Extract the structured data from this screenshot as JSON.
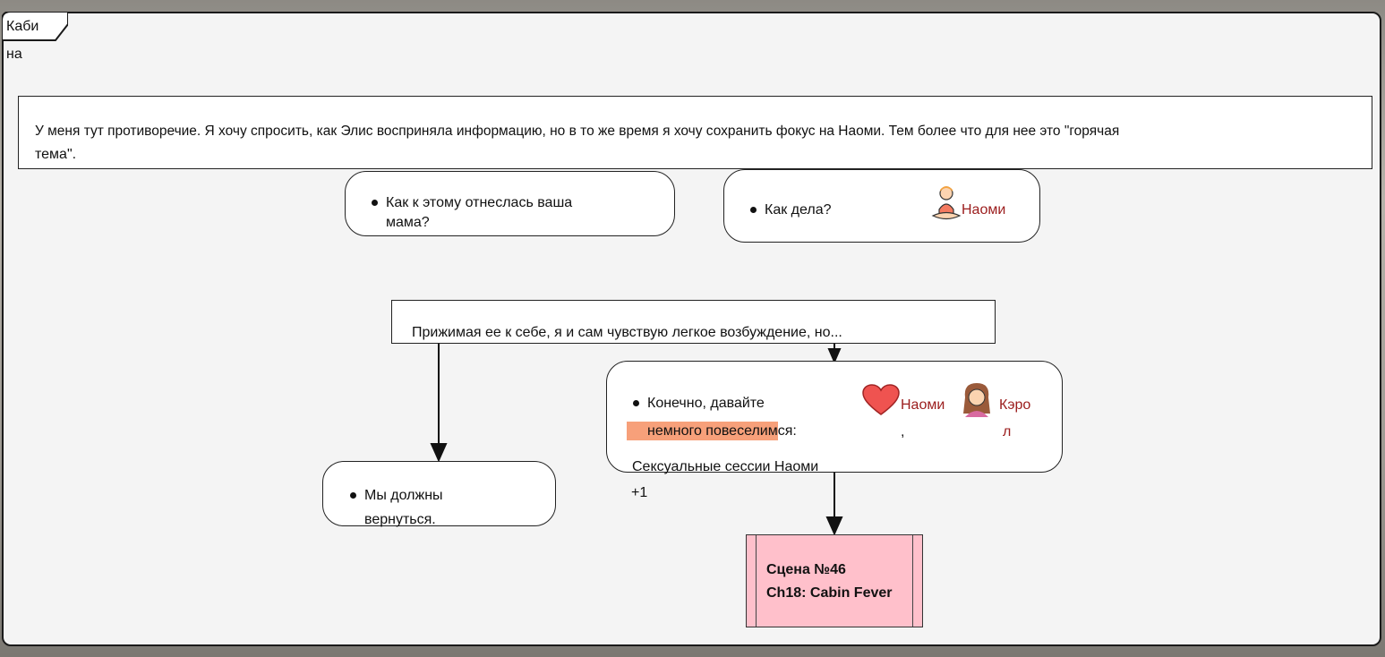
{
  "location": {
    "line1": "Каби",
    "line2": "на"
  },
  "notes": [
    {
      "text_line1": "У меня тут противоречие. Я хочу спросить, как Элис восприняла информацию, но в то же время я хочу сохранить фокус на Наоми. Тем более что для нее это \"горячая",
      "text_line2": "тема\"."
    },
    {
      "text": "Прижимая ее к себе, я и сам чувствую легкое возбуждение, но..."
    }
  ],
  "choices": [
    {
      "line1": "Как к этому отнеслась ваша",
      "line2": "мама?"
    },
    {
      "text": "Как дела?",
      "character": "Наоми"
    },
    {
      "line1": "Конечно, давайте",
      "highlight": "немного повеселим",
      "rest": "ся:",
      "comma": ",",
      "char1": "Наоми",
      "char2_l1": "Кэро",
      "char2_l2": "л",
      "effect_line1": "Сексуальные сессии Наоми",
      "effect_line2": "+1"
    },
    {
      "line1": "Мы должны",
      "line2": "вернуться."
    }
  ],
  "scene": {
    "number": "Сцена №46",
    "title": "Ch18: Cabin Fever"
  },
  "icons": {
    "naomi": "meditating-person-icon",
    "heart": "heart-icon",
    "carol": "woman-avatar-icon"
  },
  "colors": {
    "character": "#9b1c1c",
    "highlight": "#f7a07a",
    "scene_bg": "#ffc0cb",
    "heart": "#ef5350"
  }
}
